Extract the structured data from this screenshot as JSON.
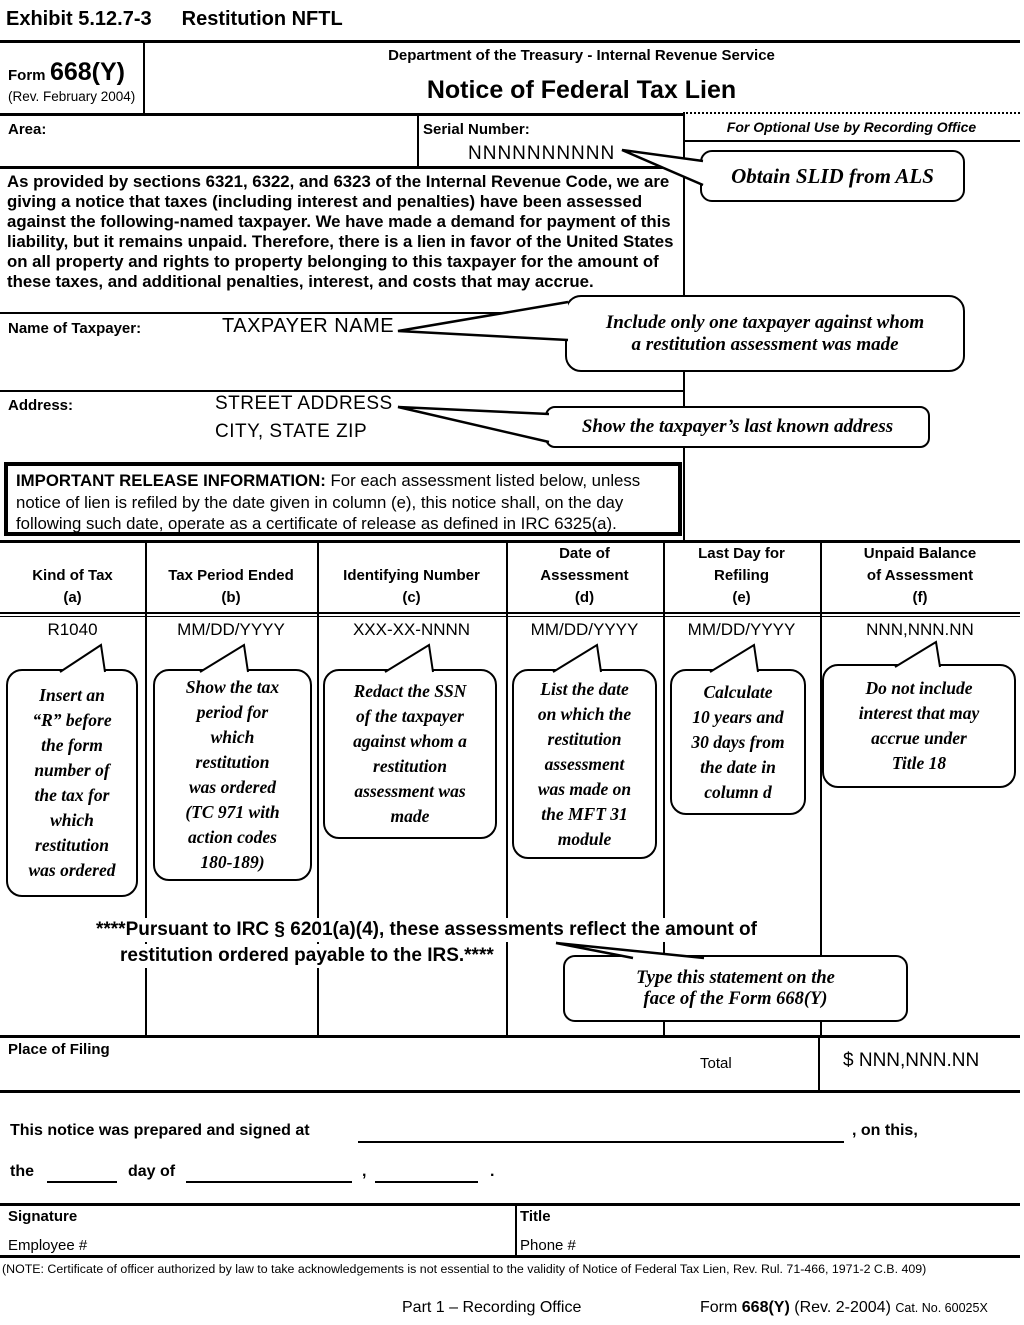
{
  "exhibit": {
    "id": "Exhibit 5.12.7-3",
    "title": "Restitution NFTL"
  },
  "form_header": {
    "form_label": "Form",
    "form_number": "668(Y)",
    "revision": "(Rev. February 2004)",
    "agency": "Department of the Treasury - Internal Revenue Service",
    "title": "Notice of Federal Tax Lien"
  },
  "meta_row": {
    "area_label": "Area:",
    "serial_label": "Serial Number:",
    "serial_value": "NNNNNNNNNN",
    "optional_use_label": "For Optional Use by Recording Office"
  },
  "intro_paragraph": "As provided by sections 6321, 6322, and 6323 of the Internal Revenue Code, we are giving a notice that taxes (including interest and penalties) have been assessed against the following-named taxpayer.  We have made a demand for payment of this liability, but it remains unpaid.  Therefore, there is a lien in favor of the United States on all property and rights to property belonging to this taxpayer for the amount of these taxes, and additional penalties, interest, and costs that may accrue.",
  "taxpayer": {
    "name_label": "Name of Taxpayer:",
    "name_value": "TAXPAYER NAME",
    "address_label": "Address:",
    "address_line1": "STREET ADDRESS",
    "address_line2": "CITY, STATE ZIP"
  },
  "release_info": {
    "label": "IMPORTANT RELEASE INFORMATION:",
    "text": " For each assessment listed below, unless notice of lien is refiled by the date given in column (e), this notice shall, on the day following such date, operate as a certificate of release as defined in IRC 6325(a)."
  },
  "callouts": {
    "serial": "Obtain SLID from ALS",
    "taxpayer": "Include only one taxpayer against whom\na restitution assessment was made",
    "address": "Show the taxpayer’s last known address",
    "statement": "Type this statement on the\nface of the Form 668(Y)"
  },
  "table": {
    "columns": [
      {
        "h1": "",
        "h2": "Kind of Tax",
        "letter": "(a)",
        "value": "R1040",
        "callout": "Insert an\n“R” before\nthe form\nnumber of\nthe tax for\nwhich\nrestitution\nwas ordered"
      },
      {
        "h1": "",
        "h2": "Tax Period Ended",
        "letter": "(b)",
        "value": "MM/DD/YYYY",
        "callout": "Show the tax\nperiod for\nwhich\nrestitution\nwas ordered\n(TC 971 with\naction codes\n180-189)"
      },
      {
        "h1": "",
        "h2": "Identifying Number",
        "letter": "(c)",
        "value": "XXX-XX-NNNN",
        "callout": "Redact the SSN\nof the taxpayer\nagainst whom a\nrestitution\nassessment was\nmade"
      },
      {
        "h1": "Date of",
        "h2": "Assessment",
        "letter": "(d)",
        "value": "MM/DD/YYYY",
        "callout": "List the date\non which the\nrestitution\nassessment\nwas made on\nthe MFT 31\nmodule"
      },
      {
        "h1": "Last Day for",
        "h2": "Refiling",
        "letter": "(e)",
        "value": "MM/DD/YYYY",
        "callout": "Calculate\n10 years and\n30 days from\nthe date in\ncolumn d"
      },
      {
        "h1": "Unpaid Balance",
        "h2": "of Assessment",
        "letter": "(f)",
        "value": "NNN,NNN.NN",
        "callout": "Do not include\ninterest that may\naccrue under\nTitle 18"
      }
    ]
  },
  "pursuant": {
    "line1": "****Pursuant to IRC § 6201(a)(4), these assessments reflect the amount of",
    "line2": "restitution ordered payable to the IRS.****"
  },
  "filing": {
    "place_label": "Place of Filing",
    "total_label": "Total",
    "total_value": "$ NNN,NNN.NN"
  },
  "signature_section": {
    "prepared_text": "This notice was prepared and signed at",
    "on_this": ", on this,",
    "the": "the",
    "day_of": "day of",
    "comma": ",",
    "period": ".",
    "signature_label": "Signature",
    "title_label": "Title",
    "employee_label": "Employee #",
    "phone_label": "Phone #"
  },
  "note": "(NOTE: Certificate of officer authorized by law to take acknowledgements is not essential to the validity of Notice of Federal Tax Lien, Rev. Rul. 71-466, 1971-2 C.B. 409)",
  "footer": {
    "part": "Part 1 – Recording Office",
    "form_prefix": "Form",
    "form_number": "668(Y)",
    "form_rev": "(Rev. 2-2004)",
    "catalog": "Cat. No. 60025X"
  }
}
